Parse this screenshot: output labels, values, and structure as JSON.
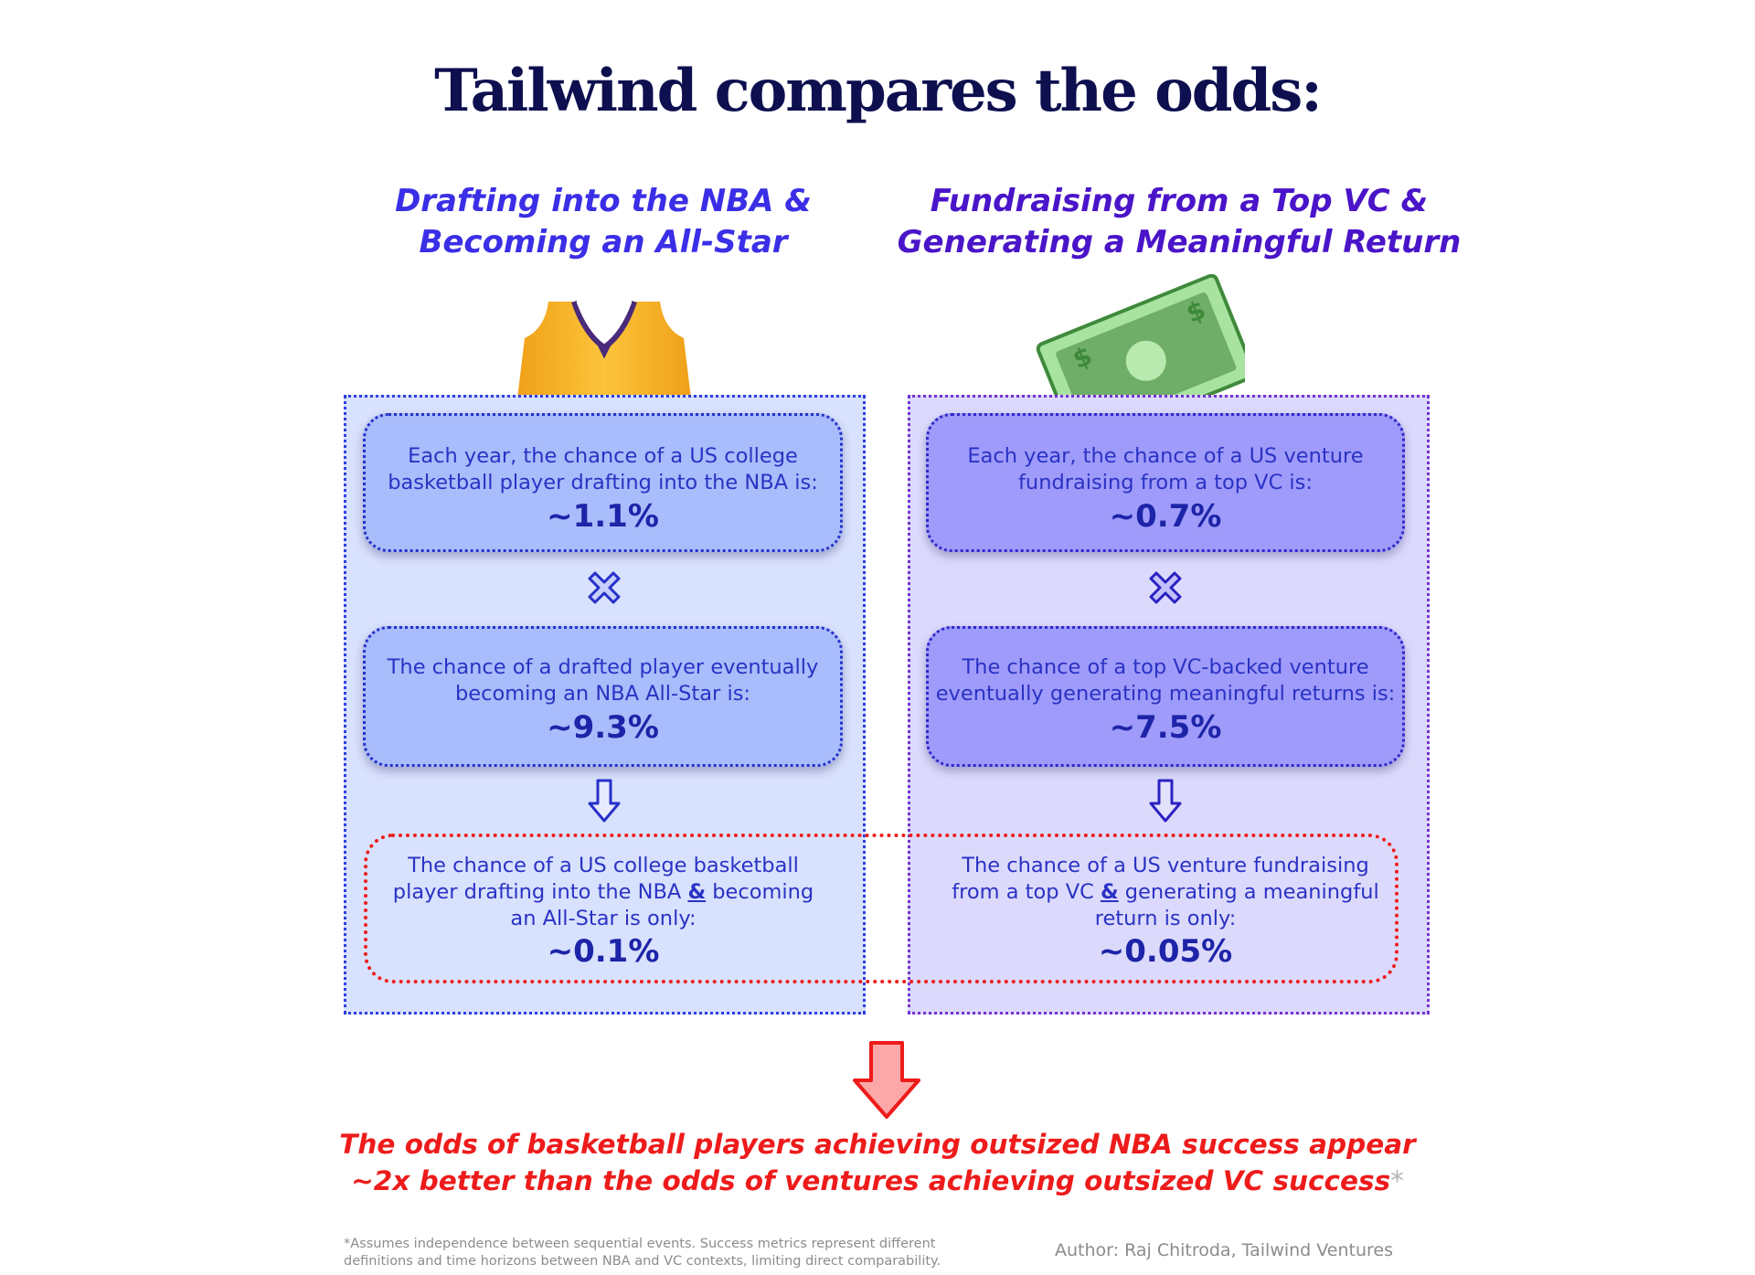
{
  "title": "Tailwind compares the odds:",
  "left": {
    "heading_line1": "Drafting into the NBA &",
    "heading_line2": "Becoming an All-Star",
    "icon": "basketball-jersey-icon",
    "step1": {
      "line1": "Each year, the chance of a US college",
      "line2": "basketball player drafting into the NBA is:",
      "value": "~1.1%"
    },
    "operator_icon": "multiply-icon",
    "step2": {
      "line1": "The chance of a drafted player eventually",
      "line2": "becoming an NBA All-Star is:",
      "value": "~9.3%"
    },
    "result_arrow_icon": "arrow-down-icon",
    "result": {
      "line1": "The chance of a US college basketball",
      "line2_pre": "player drafting into the NBA ",
      "amp": "&",
      "line2_post": " becoming",
      "line3": "an All-Star is only:",
      "value": "~0.1%"
    }
  },
  "right": {
    "heading_line1": "Fundraising from a Top VC &",
    "heading_line2": "Generating a Meaningful Return",
    "icon": "dollar-bill-icon",
    "step1": {
      "line1": "Each year, the chance of a US venture",
      "line2": "fundraising from a top VC is:",
      "value": "~0.7%"
    },
    "operator_icon": "multiply-icon",
    "step2": {
      "line1": "The chance of a top VC-backed venture",
      "line2": "eventually generating meaningful returns is:",
      "value": "~7.5%"
    },
    "result_arrow_icon": "arrow-down-icon",
    "result": {
      "line1": "The chance of a US venture fundraising",
      "line2_pre": "from a top VC ",
      "amp": "&",
      "line2_post": " generating a meaningful",
      "line3": "return is only:",
      "value": "~0.05%"
    }
  },
  "conclusion_arrow_icon": "arrow-down-icon",
  "conclusion": {
    "line1": "The odds of basketball players achieving outsized NBA success appear",
    "line2": "~2x better than the odds of ventures achieving outsized VC success",
    "marker": "*"
  },
  "footnote": {
    "line1": "*Assumes independence between sequential events. Success metrics represent different",
    "line2": "definitions and time horizons between NBA and VC contexts, limiting direct comparability."
  },
  "author": "Author: Raj Chitroda, Tailwind Ventures",
  "colors": {
    "title": "#0d0f4f",
    "left_accent": "#3a2ee6",
    "right_accent": "#4a14c8",
    "highlight": "#ee1b1b",
    "muted": "#8c8c8c"
  }
}
